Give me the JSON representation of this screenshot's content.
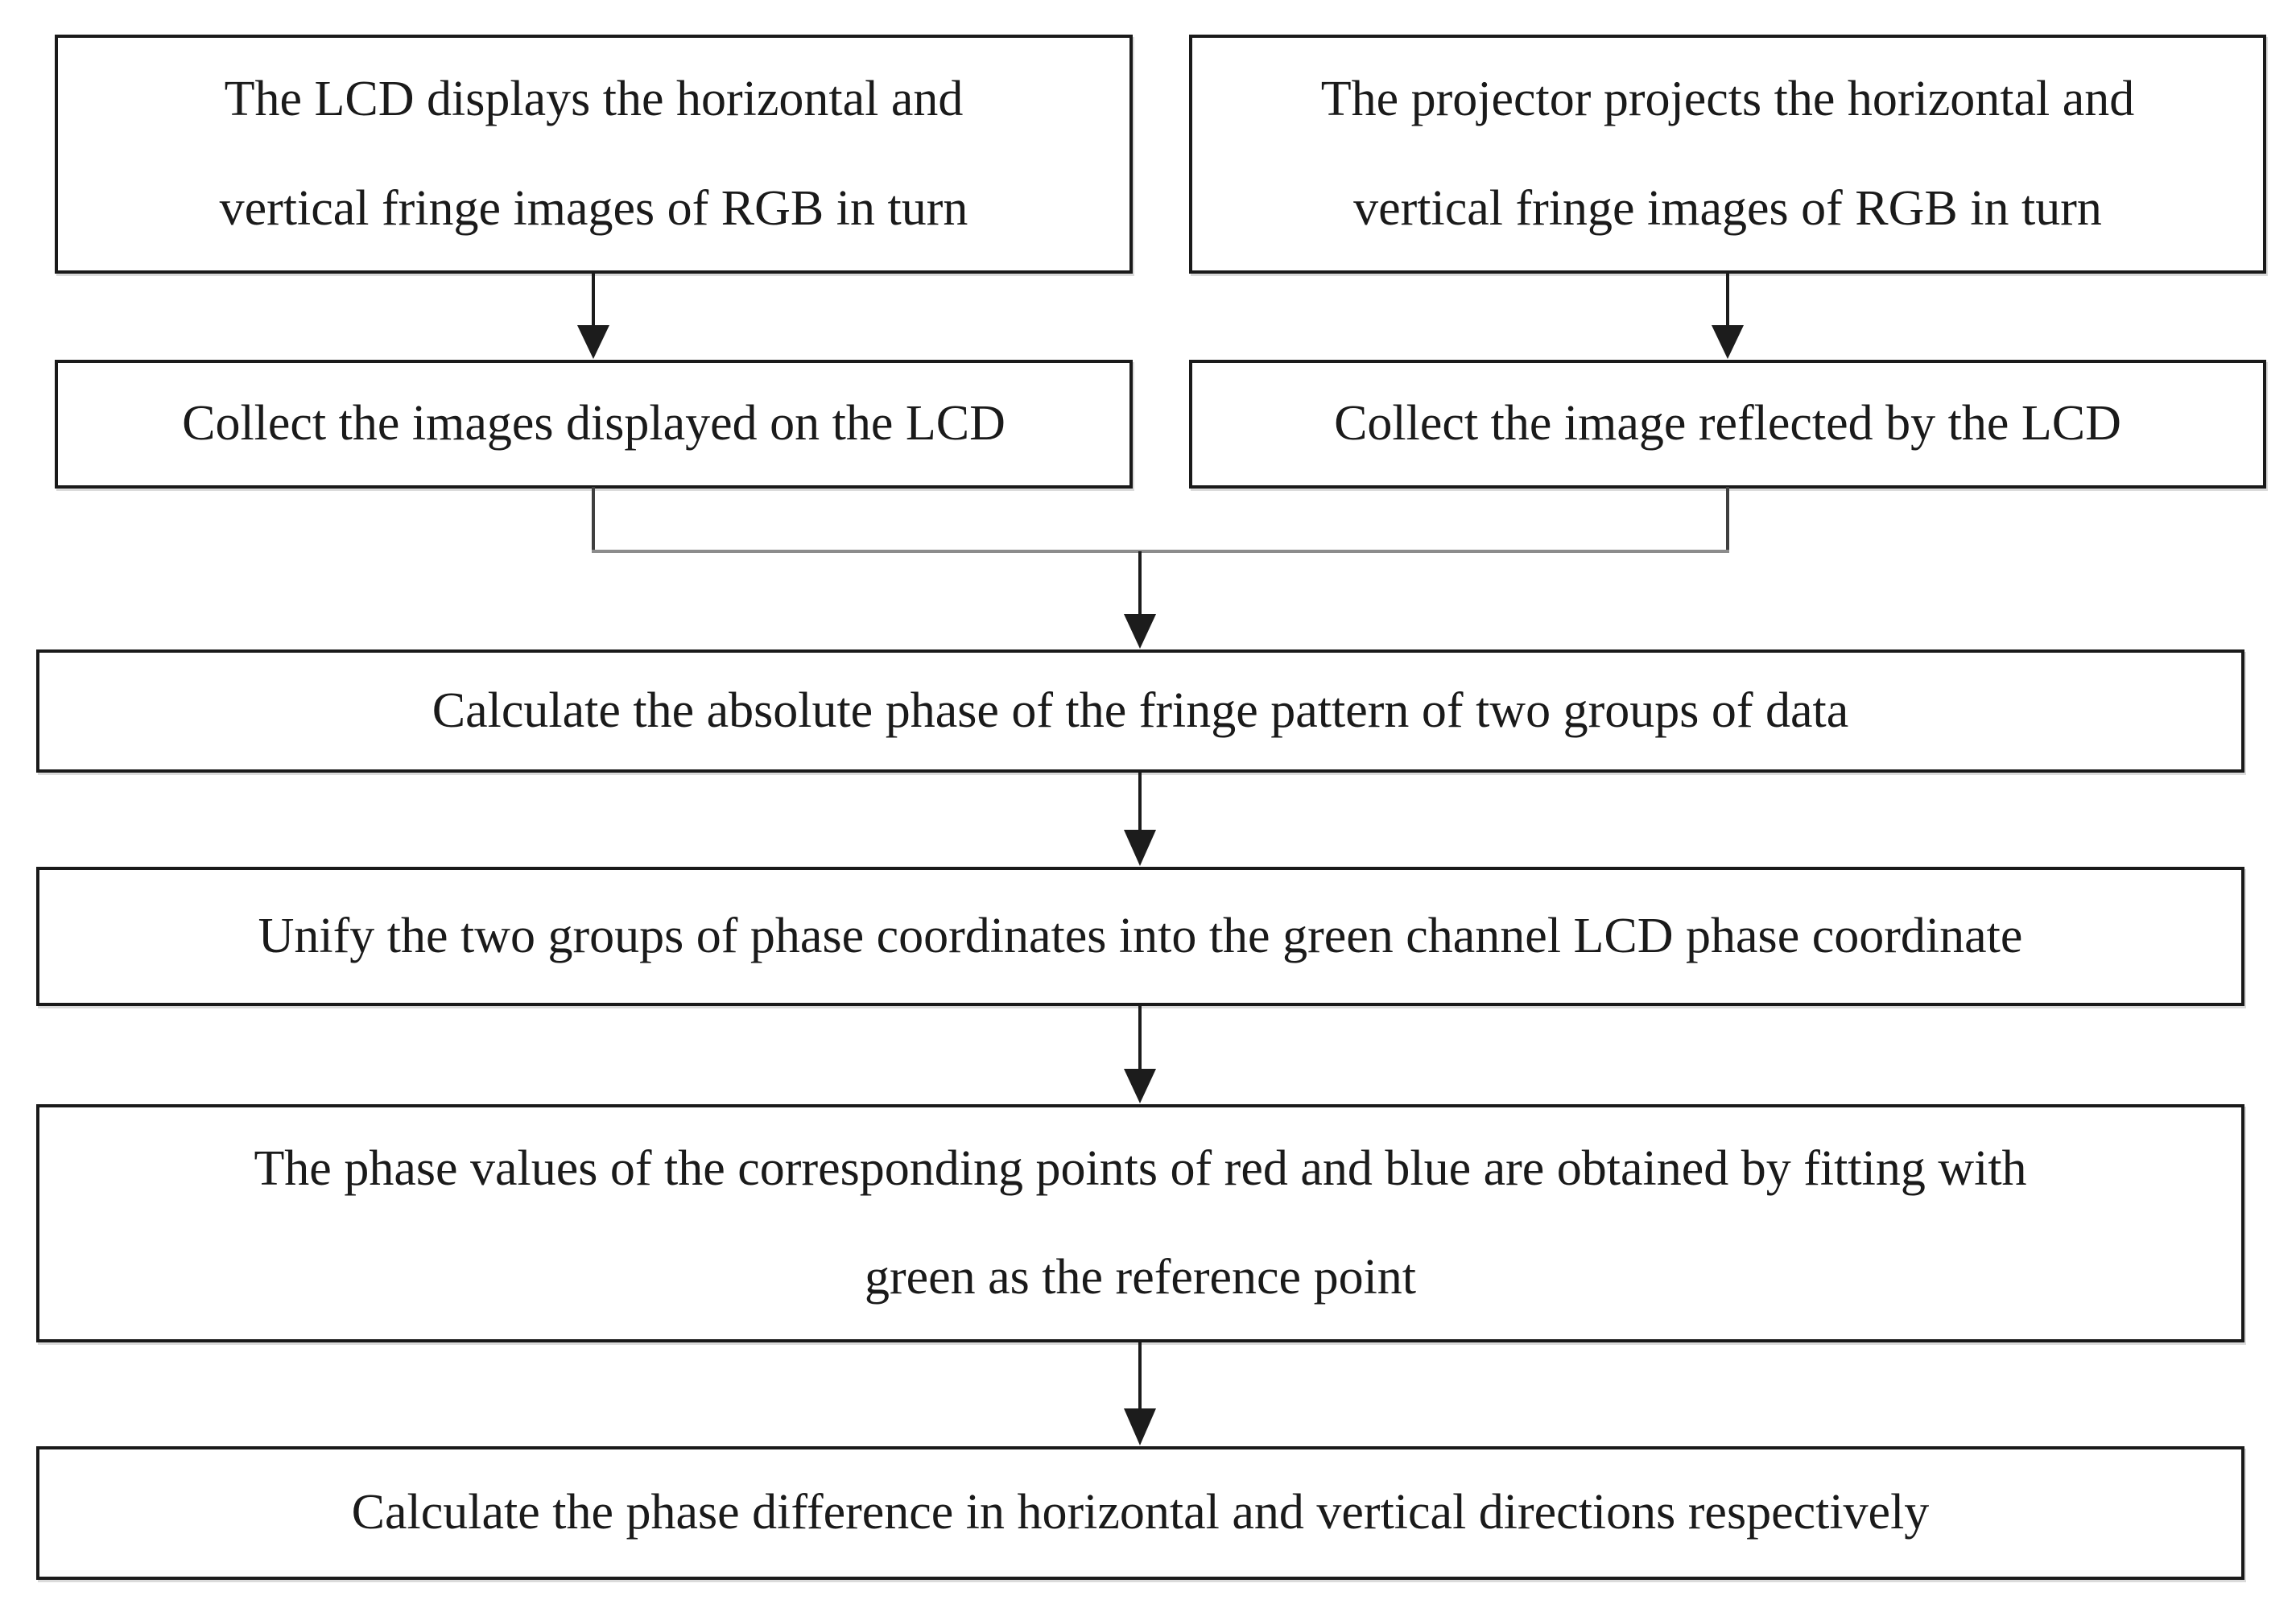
{
  "figure": {
    "type": "flowchart",
    "nodes": [
      {
        "id": "lcd-displays-fringes",
        "text": "The LCD displays the horizontal and vertical fringe images of RGB in turn",
        "lines": [
          "The LCD displays the horizontal and",
          "vertical fringe images of RGB in turn"
        ]
      },
      {
        "id": "projector-projects-fringes",
        "text": "The projector projects the horizontal and vertical fringe images of RGB in turn",
        "lines": [
          "The projector projects the horizontal and",
          "vertical fringe images of RGB in turn"
        ]
      },
      {
        "id": "collect-displayed-images",
        "text": "Collect the images displayed on the LCD",
        "lines": [
          "Collect the images displayed on the LCD"
        ]
      },
      {
        "id": "collect-reflected-image",
        "text": "Collect the image reflected by the LCD",
        "lines": [
          "Collect the image reflected by the LCD"
        ]
      },
      {
        "id": "calculate-absolute-phase",
        "text": "Calculate the absolute phase of the fringe pattern of two groups of data",
        "lines": [
          "Calculate the absolute phase of the fringe pattern of two groups of data"
        ]
      },
      {
        "id": "unify-phase-coordinates",
        "text": "Unify the two groups of phase coordinates into the green channel LCD phase coordinate",
        "lines": [
          "Unify the two groups of phase coordinates into the green channel LCD phase coordinate"
        ]
      },
      {
        "id": "fit-red-blue-phase",
        "text": "The phase values of the corresponding points of red and blue are obtained by fitting with green as the reference point",
        "lines": [
          "The phase values of the corresponding points of red and blue are obtained by fitting with",
          "green as the reference point"
        ]
      },
      {
        "id": "calculate-phase-difference",
        "text": "Calculate the phase difference in horizontal and vertical directions respectively",
        "lines": [
          "Calculate the phase difference in horizontal and vertical directions respectively"
        ]
      }
    ],
    "edges": [
      {
        "from": "lcd-displays-fringes",
        "to": "collect-displayed-images"
      },
      {
        "from": "projector-projects-fringes",
        "to": "collect-reflected-image"
      },
      {
        "from": "collect-displayed-images",
        "to": "calculate-absolute-phase"
      },
      {
        "from": "collect-reflected-image",
        "to": "calculate-absolute-phase"
      },
      {
        "from": "calculate-absolute-phase",
        "to": "unify-phase-coordinates"
      },
      {
        "from": "unify-phase-coordinates",
        "to": "fit-red-blue-phase"
      },
      {
        "from": "fit-red-blue-phase",
        "to": "calculate-phase-difference"
      }
    ],
    "colors": {
      "box_border": "#1a1a1a",
      "box_background": "#ffffff",
      "text": "#1a1a1a",
      "arrow": "#1c1c1c",
      "merge_line": "#8c8c8c",
      "merge_drop_line": "#3f3f3f"
    }
  }
}
